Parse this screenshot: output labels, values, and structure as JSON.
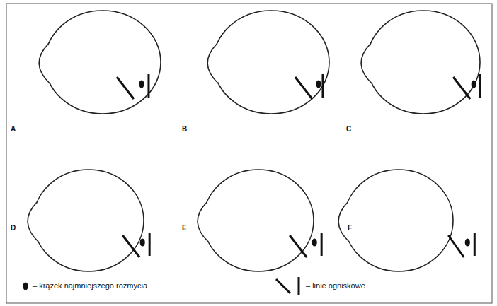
{
  "diagram": {
    "labels": [
      "A",
      "B",
      "C",
      "D",
      "E",
      "F"
    ],
    "legend": [
      {
        "text": "– krążek najmniejszego rozmycia"
      },
      {
        "text": "– linie ogniskowe"
      }
    ]
  }
}
